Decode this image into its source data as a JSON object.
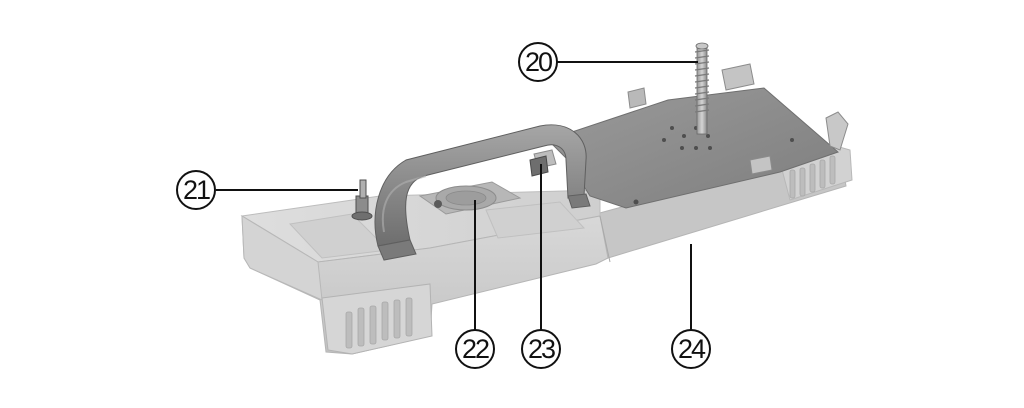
{
  "callouts": [
    {
      "id": "20",
      "label": "20",
      "target": "threaded-stud"
    },
    {
      "id": "21",
      "label": "21",
      "target": "cable-connector"
    },
    {
      "id": "22",
      "label": "22",
      "target": "round-recess"
    },
    {
      "id": "23",
      "label": "23",
      "target": "handle-mount"
    },
    {
      "id": "24",
      "label": "24",
      "target": "base-housing"
    }
  ],
  "colors": {
    "background": "#ffffff",
    "housing": "#cfcfcf",
    "top_plate": "#8d8d8d",
    "handle": "#8a8a8a",
    "line": "#111111"
  }
}
